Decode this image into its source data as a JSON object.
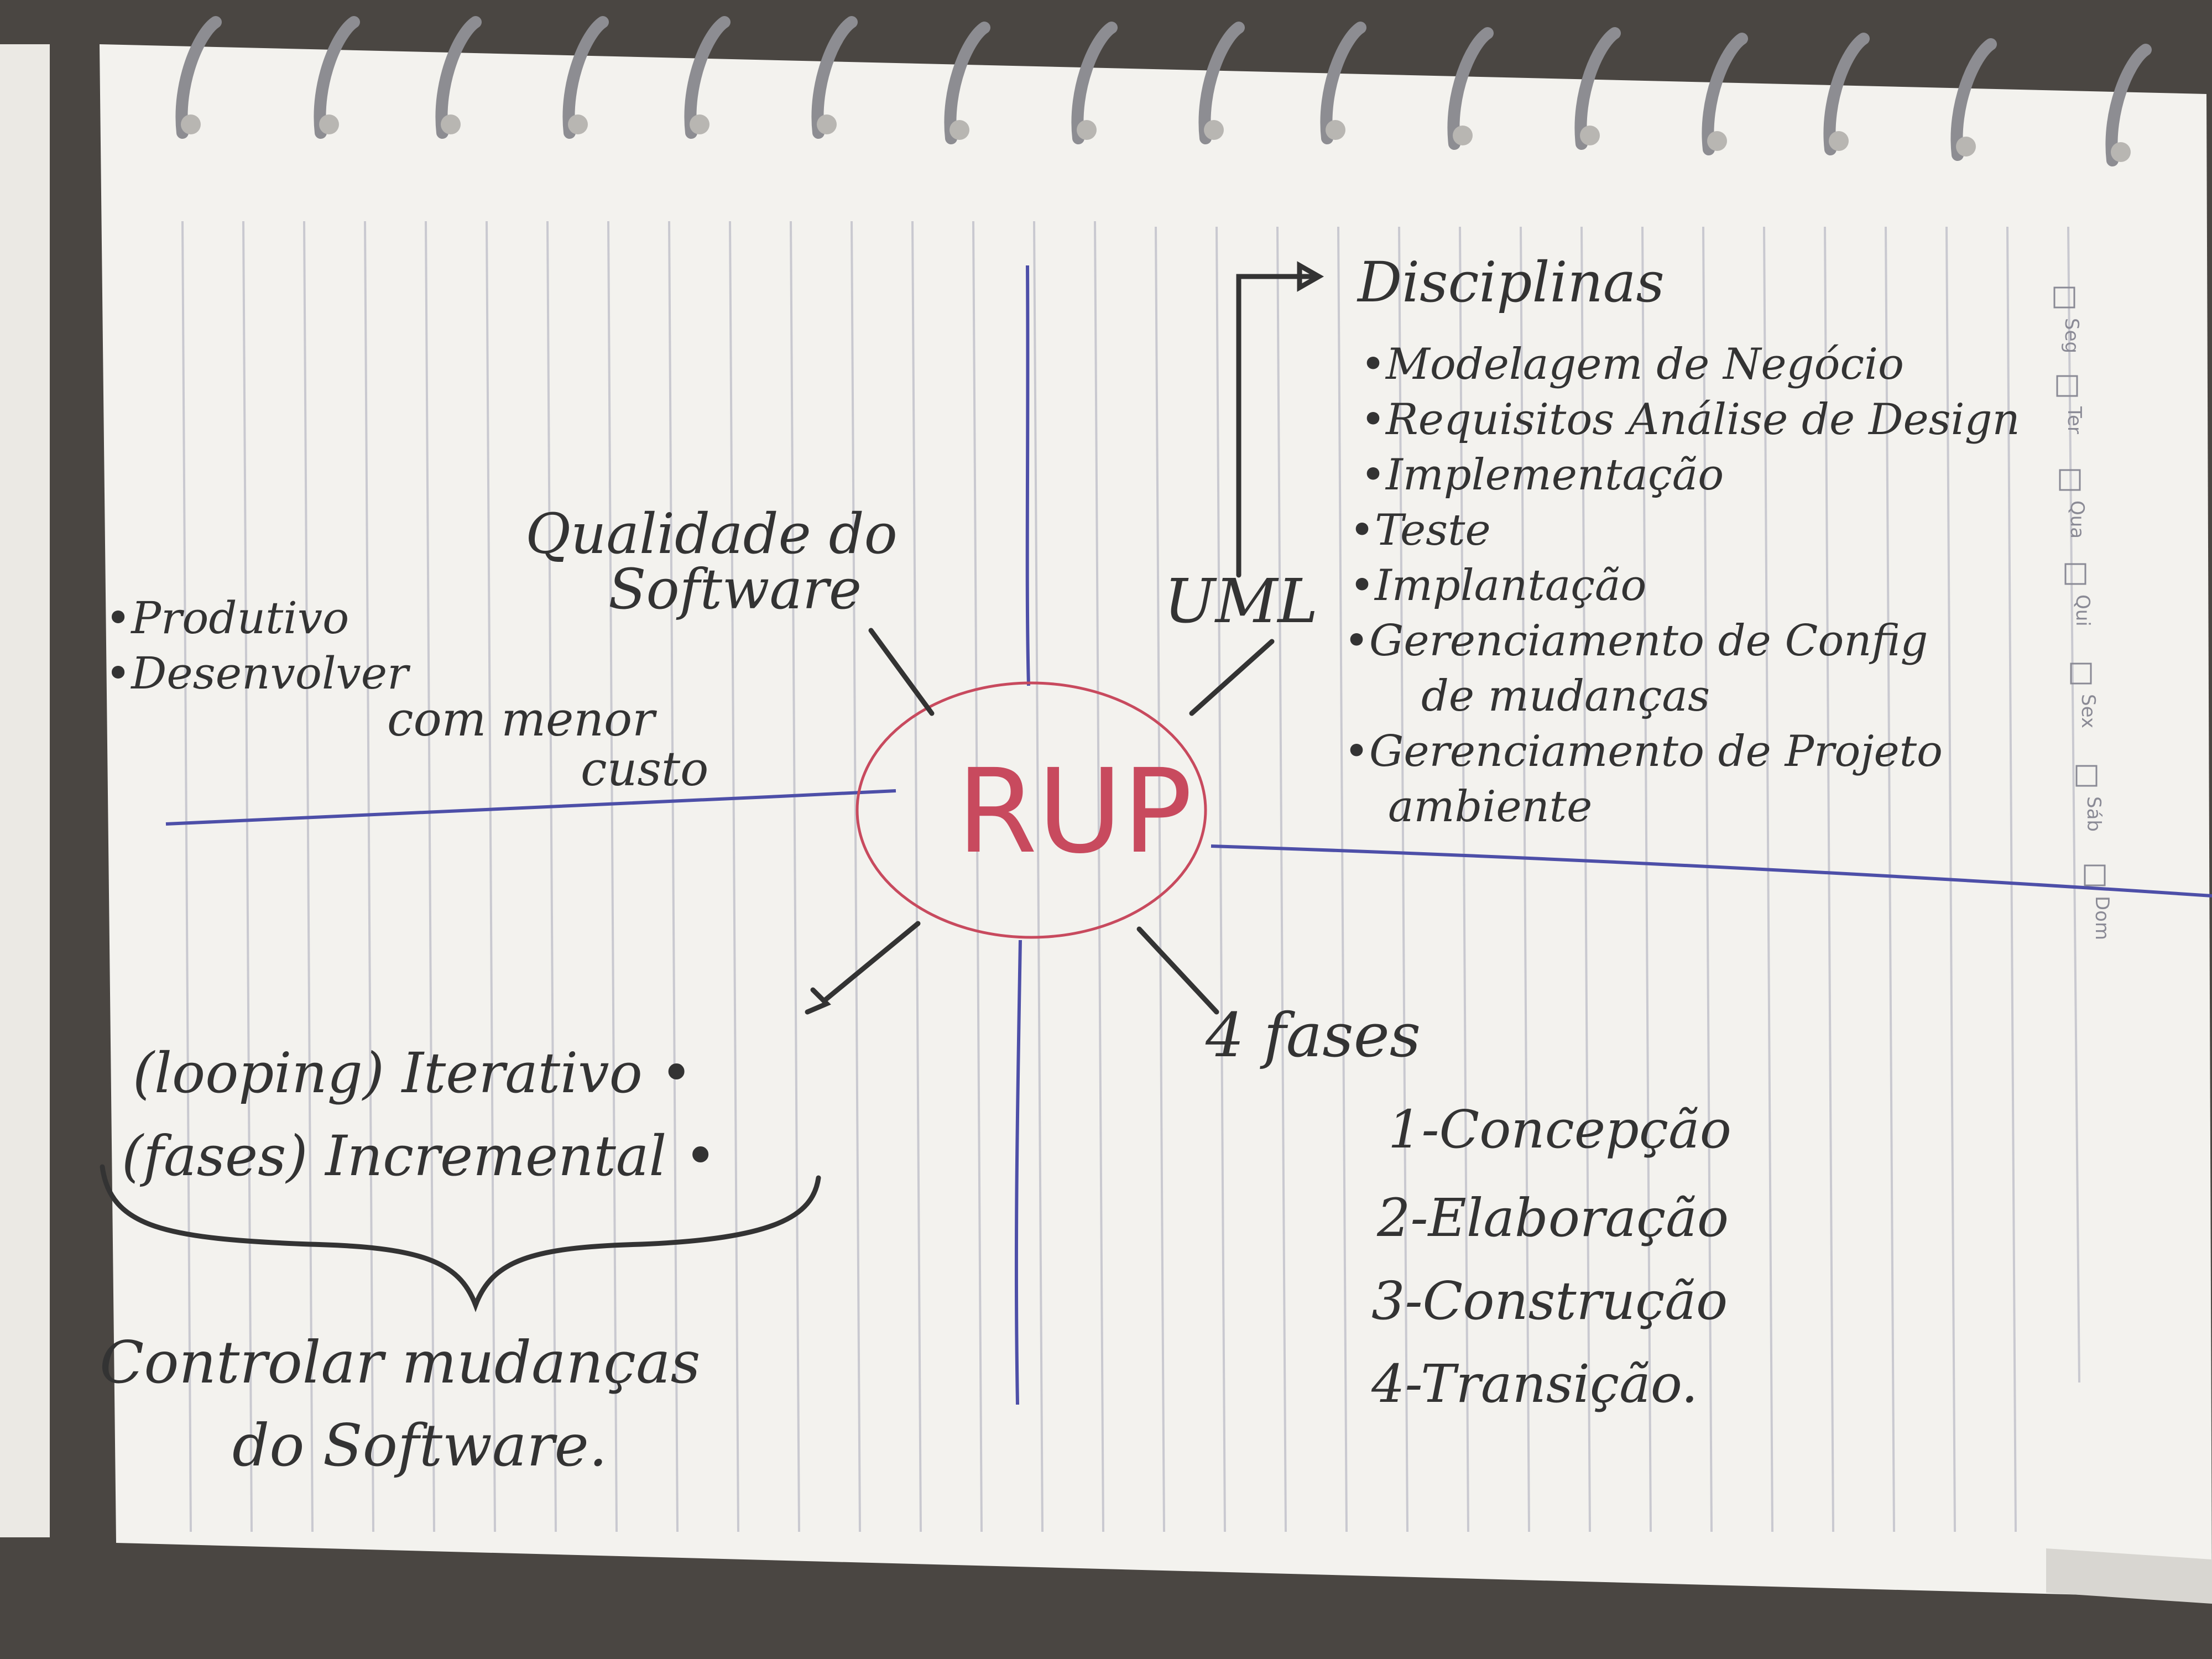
{
  "center": {
    "label": "RUP"
  },
  "top_left": {
    "quality_line1": "Qualidade do",
    "quality_line2": "Software",
    "bullet1": "•Produtivo",
    "bullet2": "•Desenvolver",
    "bullet2_cont1": "com menor",
    "bullet2_cont2": "custo"
  },
  "top_right": {
    "uml_label": "UML",
    "disciplines_title": "Disciplinas",
    "disciplines": [
      "•Modelagem de Negócio",
      "•Requisitos Análise de Design",
      "•Implementação",
      "•Teste",
      "•Implantação",
      "•Gerenciamento de Config",
      "de mudanças",
      "•Gerenciamento de Projeto",
      "ambiente"
    ]
  },
  "bottom_left": {
    "iterative": "(looping) Iterativo •",
    "incremental": "(fases) Incremental •",
    "control_line1": "Controlar mudanças",
    "control_line2": "do Software."
  },
  "bottom_right": {
    "phases_title": "4 fases",
    "phases": [
      "1-Concepção",
      "2-Elaboração",
      "3-Construção",
      "4-Transição."
    ]
  },
  "planner_days": [
    "Seg",
    "Ter",
    "Qua",
    "Qui",
    "Sex",
    "Sáb",
    "Dom"
  ],
  "colors": {
    "paper": "#f3f2ee",
    "background": "#4a4642",
    "ruling": "#c9c9d0",
    "axis_pen": "#4d4fa8",
    "center_pen": "#c84a5e",
    "ink": "#333333",
    "ring_metal": "#8d8d92"
  }
}
